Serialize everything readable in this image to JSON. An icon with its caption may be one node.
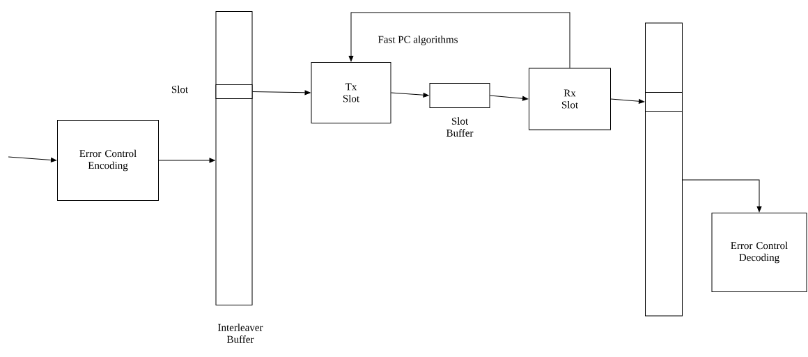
{
  "diagram": {
    "nodes": [
      {
        "text": [
          "Error Control Encoding"
        ]
      },
      {
        "text": [],
        "shape": "bar",
        "beside": [
          "Interleaver Buffer"
        ]
      },
      {
        "text": [],
        "shape": "box",
        "in": 1,
        "beside": [
          "Slot"
        ]
      },
      {
        "text": [
          "Tx Slot"
        ]
      },
      {
        "text": [],
        "shape": "box",
        "beside": [
          "Slot Buffer"
        ]
      },
      {
        "text": [
          "Rx Slot"
        ]
      },
      {
        "text": [],
        "shape": "bar"
      },
      {
        "text": [],
        "shape": "box",
        "in": 6
      },
      {
        "text": [
          "Error Control Decoding"
        ]
      }
    ],
    "edges": [
      {
        "from": null,
        "to": 0,
        "arrow": "to"
      },
      {
        "from": 0,
        "to": 1,
        "arrow": "to"
      },
      {
        "from": 2,
        "to": 3,
        "arrow": "to"
      },
      {
        "from": 3,
        "to": 4,
        "arrow": "to"
      },
      {
        "from": 4,
        "to": 5,
        "arrow": "to"
      },
      {
        "from": 5,
        "to": 3,
        "arrow": "to",
        "label": "Fast PC algorithms"
      },
      {
        "from": 5,
        "to": 7,
        "arrow": "to"
      },
      {
        "from": 6,
        "to": 8,
        "arrow": "to"
      }
    ]
  }
}
